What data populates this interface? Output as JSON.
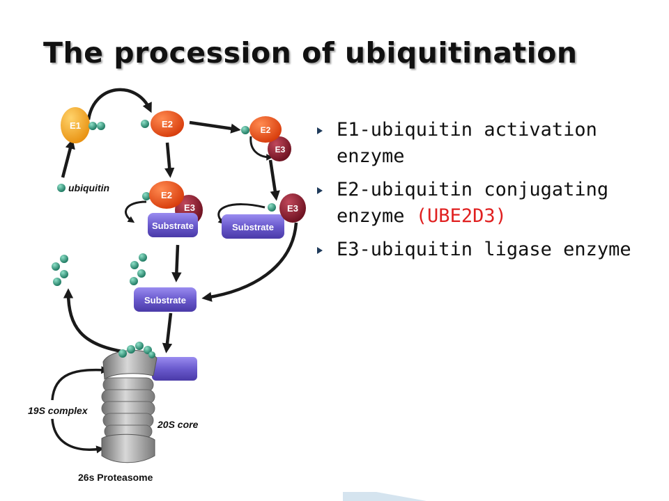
{
  "slide": {
    "title": "The procession of ubiquitination"
  },
  "diagram": {
    "nodes": {
      "e1": "E1",
      "e2_top": "E2",
      "e2_right": "E2",
      "e3_right_small": "E3",
      "e2_mid": "E2",
      "e3_mid": "E3",
      "e3_right": "E3"
    },
    "labels": {
      "ubiquitin": "ubiquitin",
      "substrate_left": "Substrate",
      "substrate_right": "Substrate",
      "substrate_center": "Substrate",
      "complex_19s": "19S complex",
      "core_20s": "20S core",
      "proteasome_26s": "26s Proteasome"
    },
    "colors": {
      "e1": "#f5a623",
      "e2": "#e8481a",
      "e3": "#8c1c2c",
      "substrate": "#6a5acd",
      "ubiquitin": "#2e8b74",
      "proteasome": "#9a9a9a"
    }
  },
  "bullets": [
    {
      "text": "E1-ubiquitin activation enzyme"
    },
    {
      "text_before": "E2-ubiquitin conjugating enzyme ",
      "highlight": "(UBE2D3)"
    },
    {
      "text": "E3-ubiquitin ligase enzyme"
    }
  ],
  "colors": {
    "highlight": "#e02020",
    "bullet_marker": "#1f3a5a"
  }
}
